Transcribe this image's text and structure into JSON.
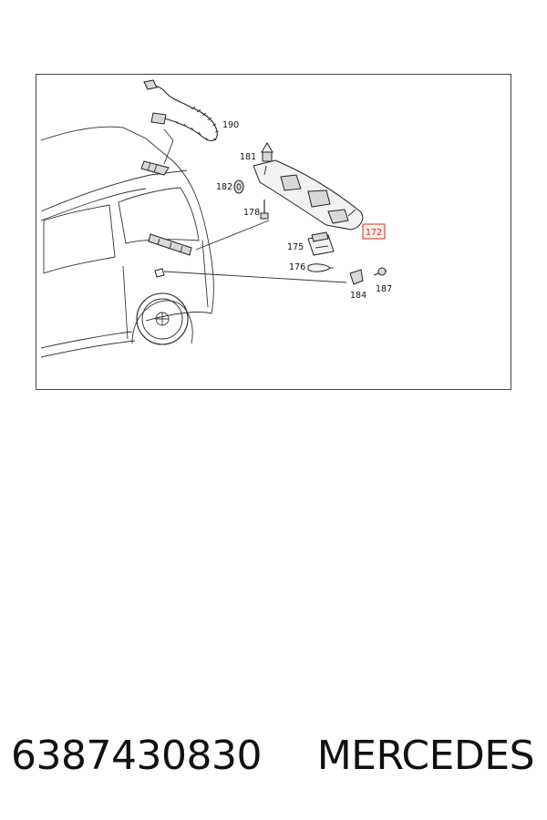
{
  "diagram": {
    "callouts": {
      "c190": "190",
      "c181": "181",
      "c182": "182",
      "c178": "178",
      "c172": "172",
      "c175": "175",
      "c176": "176",
      "c184": "184",
      "c187": "187"
    },
    "highlight_color": "#c0392b"
  },
  "footer": {
    "part_number": "6387430830",
    "brand": "MERCEDES"
  }
}
